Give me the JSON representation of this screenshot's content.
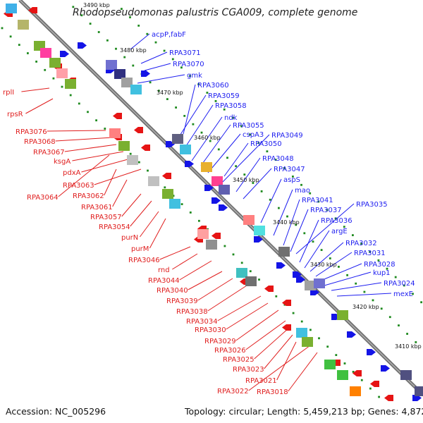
{
  "title": "Rhodopseudomonas palustris CGA009, complete genome",
  "accession": "Accession: NC_005296",
  "summary": "Topology: circular; Length: 5,459,213 bp; Genes: 4,872",
  "colors": {
    "backbone": "#8c8c8c",
    "forward_gene": "#1414e6",
    "reverse_gene": "#e61414",
    "right_label": "#1e1ef0",
    "left_label": "#e01e1e",
    "tick": "#1f8a1f"
  },
  "scale_labels": [
    "3490 kbp",
    "3480 kbp",
    "3470 kbp",
    "3460 kbp",
    "3450 kbp",
    "3440 kbp",
    "3430 kbp",
    "3420 kbp",
    "3410 kbp"
  ],
  "right_labels": [
    "acpP,fabF",
    "RPA3071",
    "RPA3070",
    "gmk",
    "RPA3060",
    "RPA3059",
    "RPA3058",
    "ndk",
    "RPA3055",
    "cspA3",
    "RPA3049",
    "RPA3050",
    "RPA3048",
    "RPA3047",
    "aspS",
    "mao",
    "RPA3041",
    "RPA3037",
    "RPA3035",
    "RPA3036",
    "argE",
    "RPA3032",
    "RPA3031",
    "RPA3028",
    "kup1",
    "RPA3024",
    "mexE"
  ],
  "left_labels": [
    "rplI",
    "rpsR",
    "RPA3076",
    "RPA3068",
    "RPA3067",
    "ksgA",
    "pdxA",
    "RPA3063",
    "RPA3064",
    "RPA3062",
    "RPA3061",
    "RPA3057",
    "RPA3054",
    "purN",
    "purM",
    "RPA3046",
    "rnd",
    "RPA3044",
    "RPA3040",
    "RPA3039",
    "RPA3038",
    "RPA3034",
    "RPA3030",
    "RPA3029",
    "RPA3026",
    "RPA3025",
    "RPA3023",
    "RPA3021",
    "RPA3022",
    "RPA3018"
  ]
}
